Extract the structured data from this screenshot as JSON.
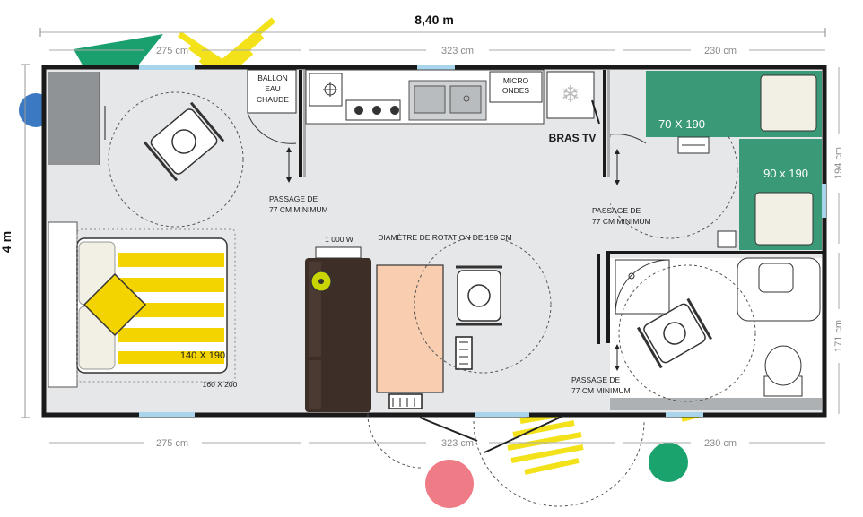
{
  "dimensions": {
    "total_width": "8,40 m",
    "total_height": "4 m",
    "top_left": "275 cm",
    "top_mid": "323 cm",
    "top_right": "230 cm",
    "bottom_left": "275 cm",
    "bottom_mid": "323 cm",
    "bottom_right": "230 cm",
    "right_top": "194 cm",
    "right_bottom": "171 cm"
  },
  "labels": {
    "ballon_1": "BALLON",
    "ballon_2": "EAU",
    "ballon_3": "CHAUDE",
    "micro_1": "MICRO",
    "micro_2": "ONDES",
    "bras_tv": "BRAS TV",
    "bed_70": "70 X 190",
    "bed_90": "90 x 190",
    "bed_140": "140 X 190",
    "bed_160": "160 X 200",
    "heater": "1 000 W",
    "rotation": "DIAMÈTRE DE ROTATION DE 150 CM",
    "passage_left_1": "PASSAGE DE",
    "passage_left_2": "77 CM MINIMUM",
    "passage_mid_1": "PASSAGE DE",
    "passage_mid_2": "77 CM MINIMUM",
    "passage_bath_1": "PASSAGE DE",
    "passage_bath_2": "77 CM MINIMUM"
  },
  "colors": {
    "green": "#3a9a78",
    "yellow": "#f3d400",
    "floor": "#e6e7e9",
    "wall": "#1a1a1a",
    "sofa": "#3d2f28",
    "table": "#f8cdb0",
    "blue_dot": "#3b79c2",
    "pink_dot": "#ee7b85",
    "green_dot": "#1aa36d",
    "window": "#a9d5ec"
  }
}
